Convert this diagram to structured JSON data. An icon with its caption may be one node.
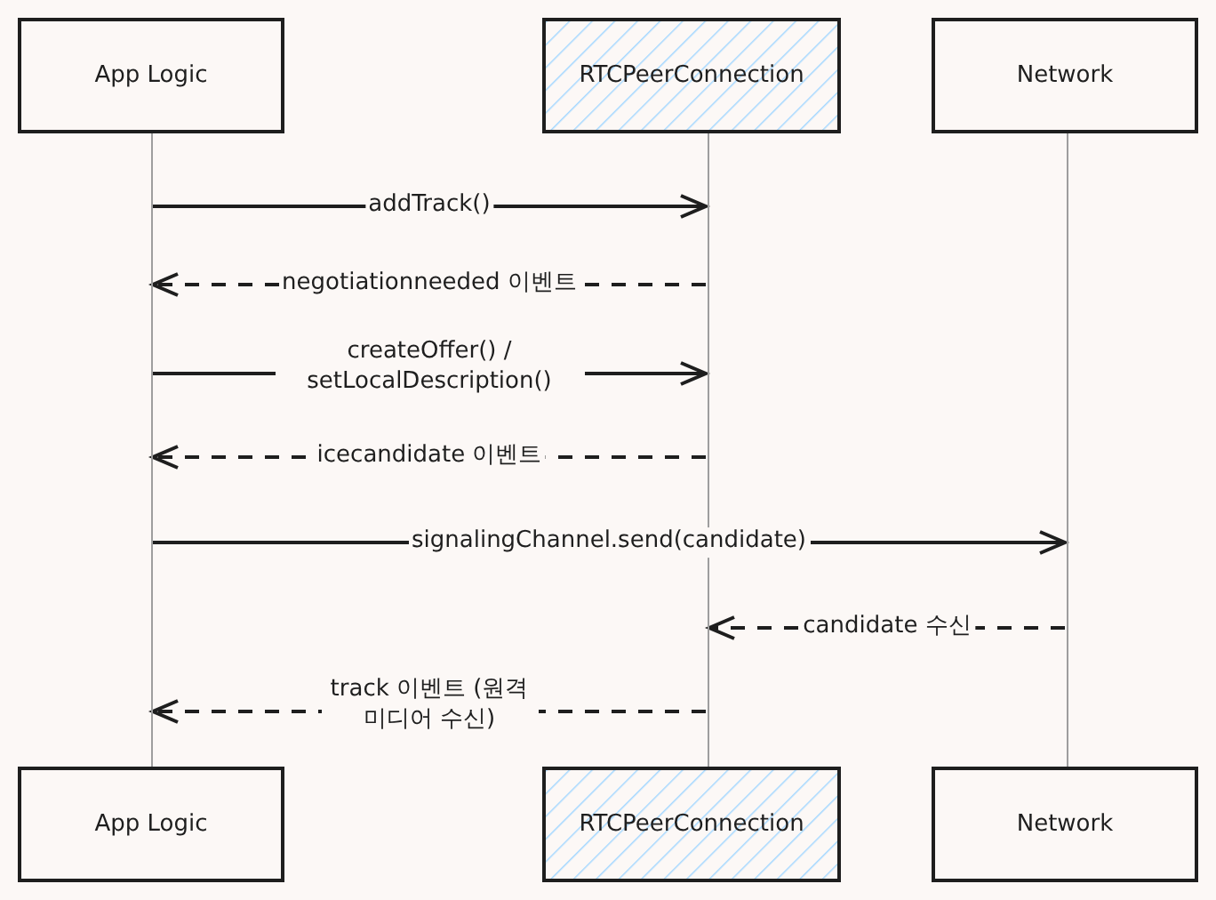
{
  "diagram": {
    "nodes": [
      {
        "text": [
          "App Logic"
        ]
      },
      {
        "text": [
          "RTCPeerConnection"
        ]
      },
      {
        "text": [
          "Network"
        ]
      },
      {
        "text": [
          "App Logic"
        ]
      },
      {
        "text": [
          "RTCPeerConnection"
        ]
      },
      {
        "text": [
          "Network"
        ]
      },
      {
        "text": [],
        "shape": "line"
      },
      {
        "text": [],
        "shape": "line"
      },
      {
        "text": [],
        "shape": "line"
      }
    ],
    "edges": [
      {
        "from": 6,
        "to": 7,
        "arrow": "to",
        "label": "addTrack()"
      },
      {
        "from": 7,
        "to": 6,
        "arrow": "to",
        "label": "negotiationneeded 이벤트",
        "style": "dashed"
      },
      {
        "from": 6,
        "to": 7,
        "arrow": "to",
        "label": "createOffer() / setLocalDescription()"
      },
      {
        "from": 7,
        "to": 6,
        "arrow": "to",
        "label": "icecandidate 이벤트",
        "style": "dashed"
      },
      {
        "from": 6,
        "to": 8,
        "arrow": "to",
        "label": "signalingChannel.send(candidate)"
      },
      {
        "from": 8,
        "to": 7,
        "arrow": "to",
        "label": "candidate 수신",
        "style": "dashed"
      },
      {
        "from": 7,
        "to": 6,
        "arrow": "to",
        "label": "track 이벤트 (원격 미디어 수신)",
        "style": "dashed"
      }
    ]
  }
}
